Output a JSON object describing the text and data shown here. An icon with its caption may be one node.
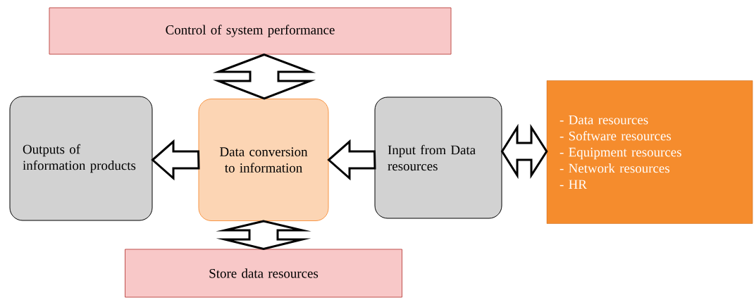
{
  "diagram": {
    "nodes": [
      {
        "text": [
          "Control of system performance"
        ]
      },
      {
        "text": [
          "Outputs of information products"
        ]
      },
      {
        "text": [
          "Data conversion to information"
        ]
      },
      {
        "text": [
          "Input from Data resources"
        ]
      },
      {
        "text": [
          "- Data resources",
          "- Software resources",
          "- Equipment resources",
          "- Network resources",
          "- HR"
        ]
      },
      {
        "text": [
          "Store data resources"
        ]
      }
    ],
    "edges": [
      {
        "from": 0,
        "to": 2,
        "arrow": "both"
      },
      {
        "from": 2,
        "to": 1,
        "arrow": "to"
      },
      {
        "from": 3,
        "to": 2,
        "arrow": "to"
      },
      {
        "from": 3,
        "to": 4,
        "arrow": "both"
      },
      {
        "from": 2,
        "to": 5,
        "arrow": "both"
      }
    ]
  }
}
